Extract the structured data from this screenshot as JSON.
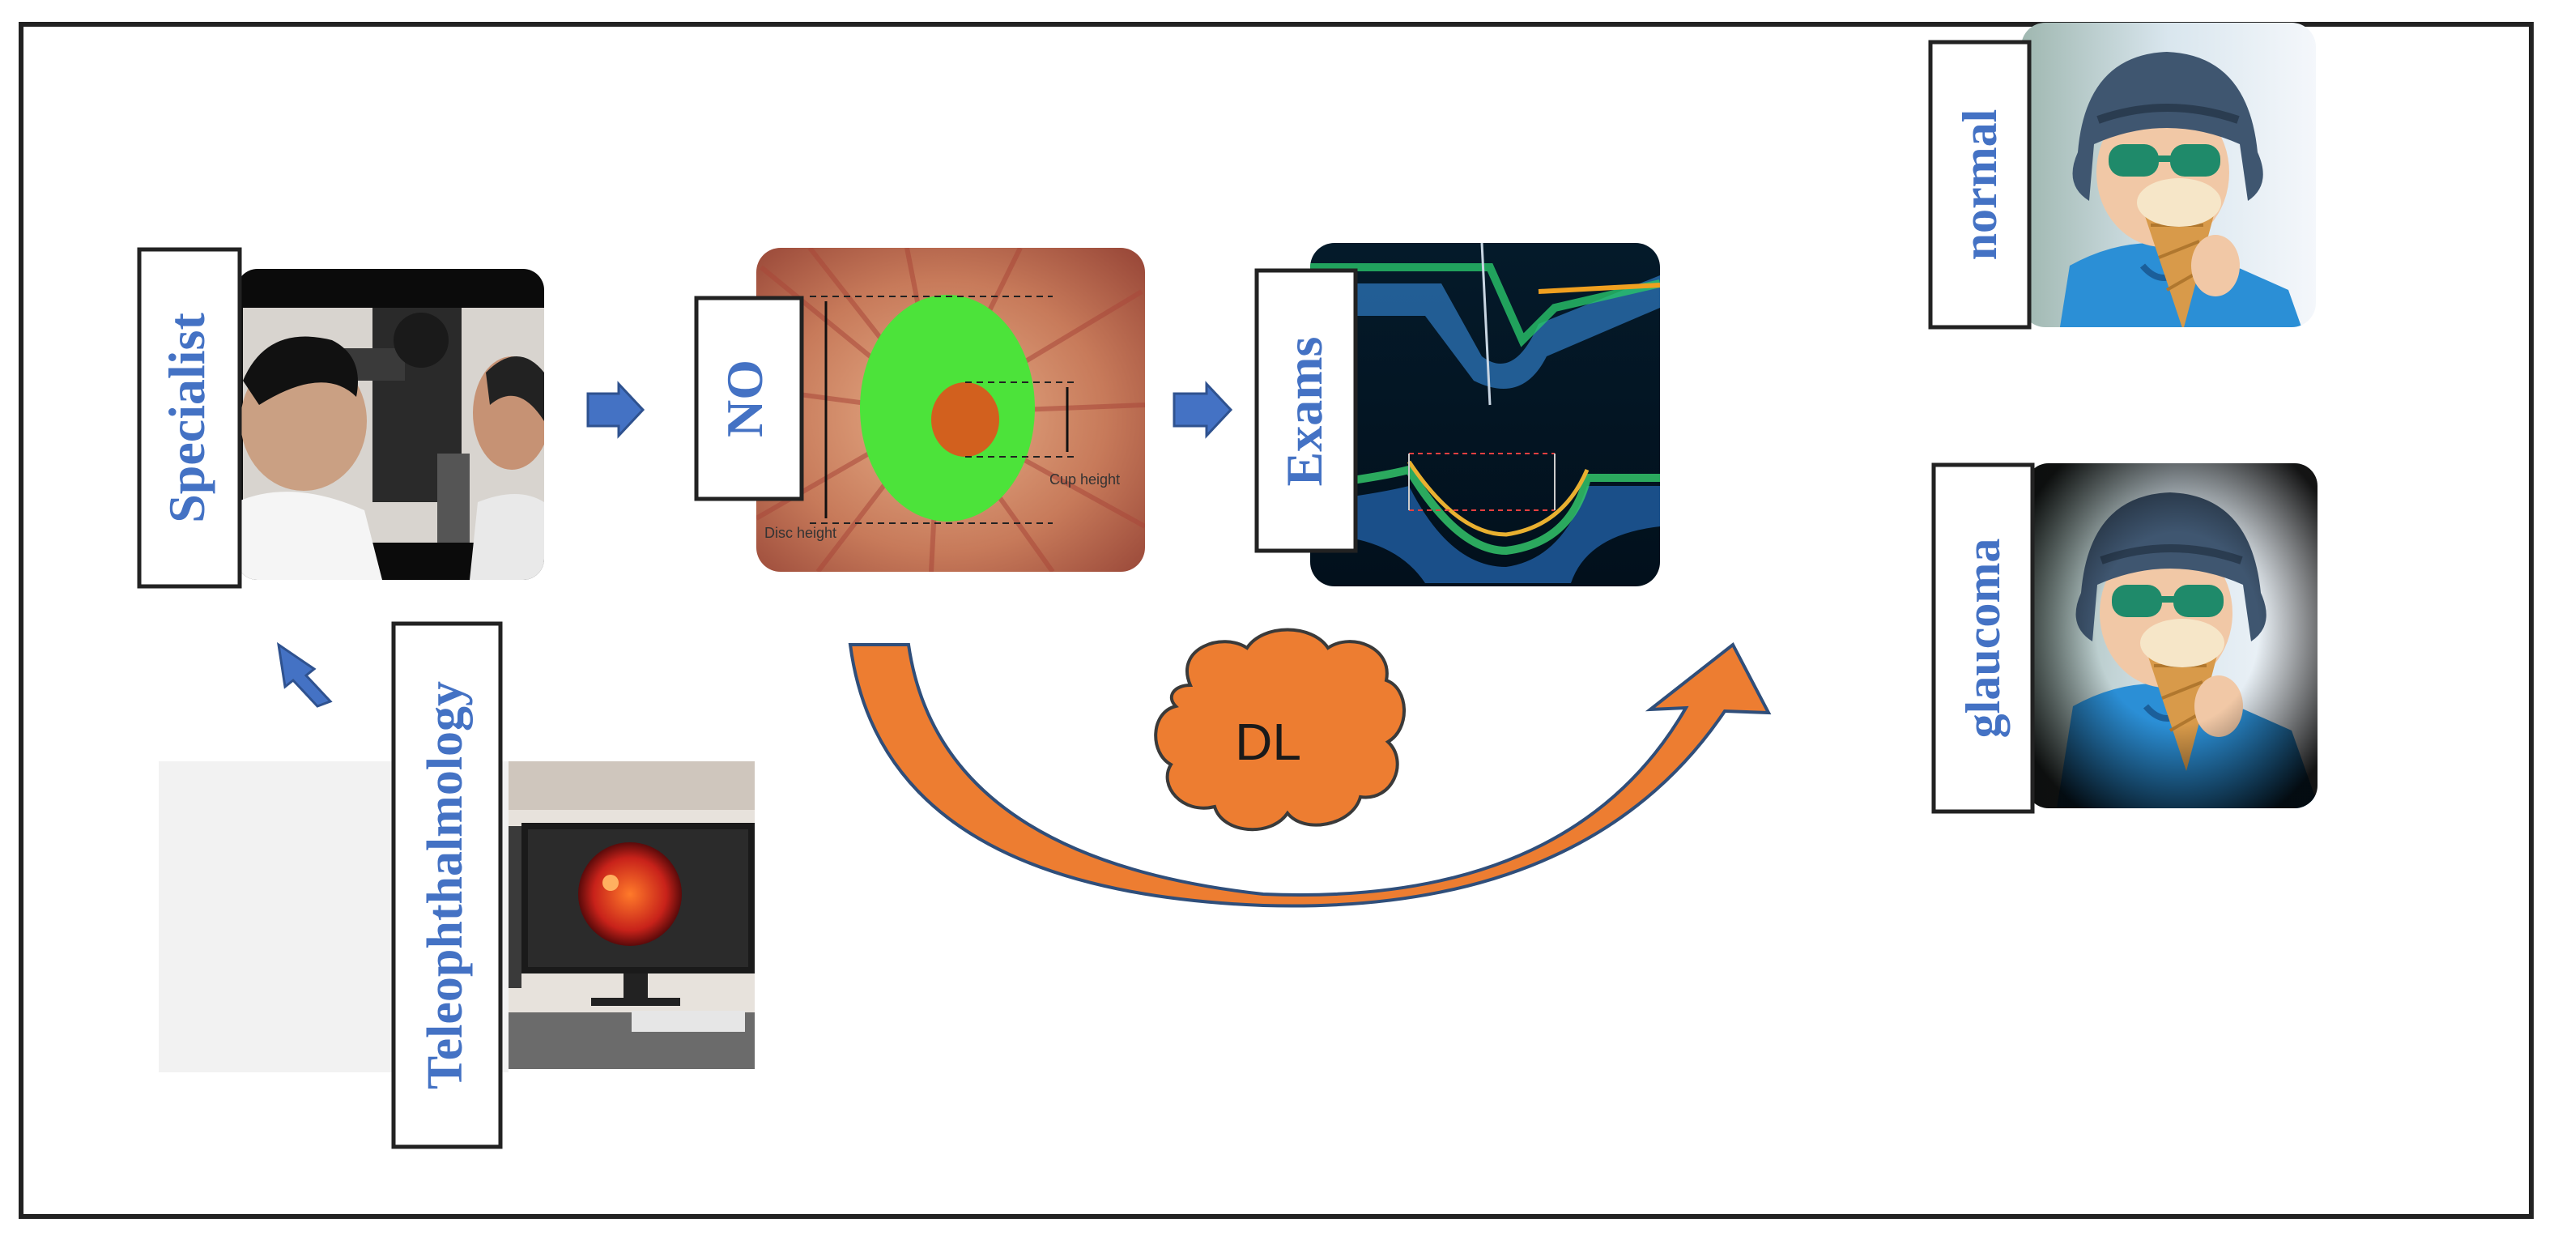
{
  "labels": {
    "specialist": "Specialist",
    "teleophthalmology": "Teleophthalmology",
    "no": "NO",
    "exams": "Exams",
    "dl": "DL",
    "normal": "normal",
    "glaucoma": "glaucoma"
  },
  "image_annotations": {
    "cup_height": "Cup height",
    "disc_height": "Disc height"
  },
  "colors": {
    "label_text": "#4472C4",
    "arrow_blue": "#4472C4",
    "curved_arrow": "#ED7D31",
    "cloud_fill": "#ED7D31",
    "optic_disc_overlay": "#4CE33A",
    "optic_cup_overlay": "#D2601E"
  },
  "icons": {
    "flow_arrows": "block-arrow-icon",
    "curved_arrow": "curved-up-arrow-icon",
    "dl_shape": "cloud-icon"
  }
}
